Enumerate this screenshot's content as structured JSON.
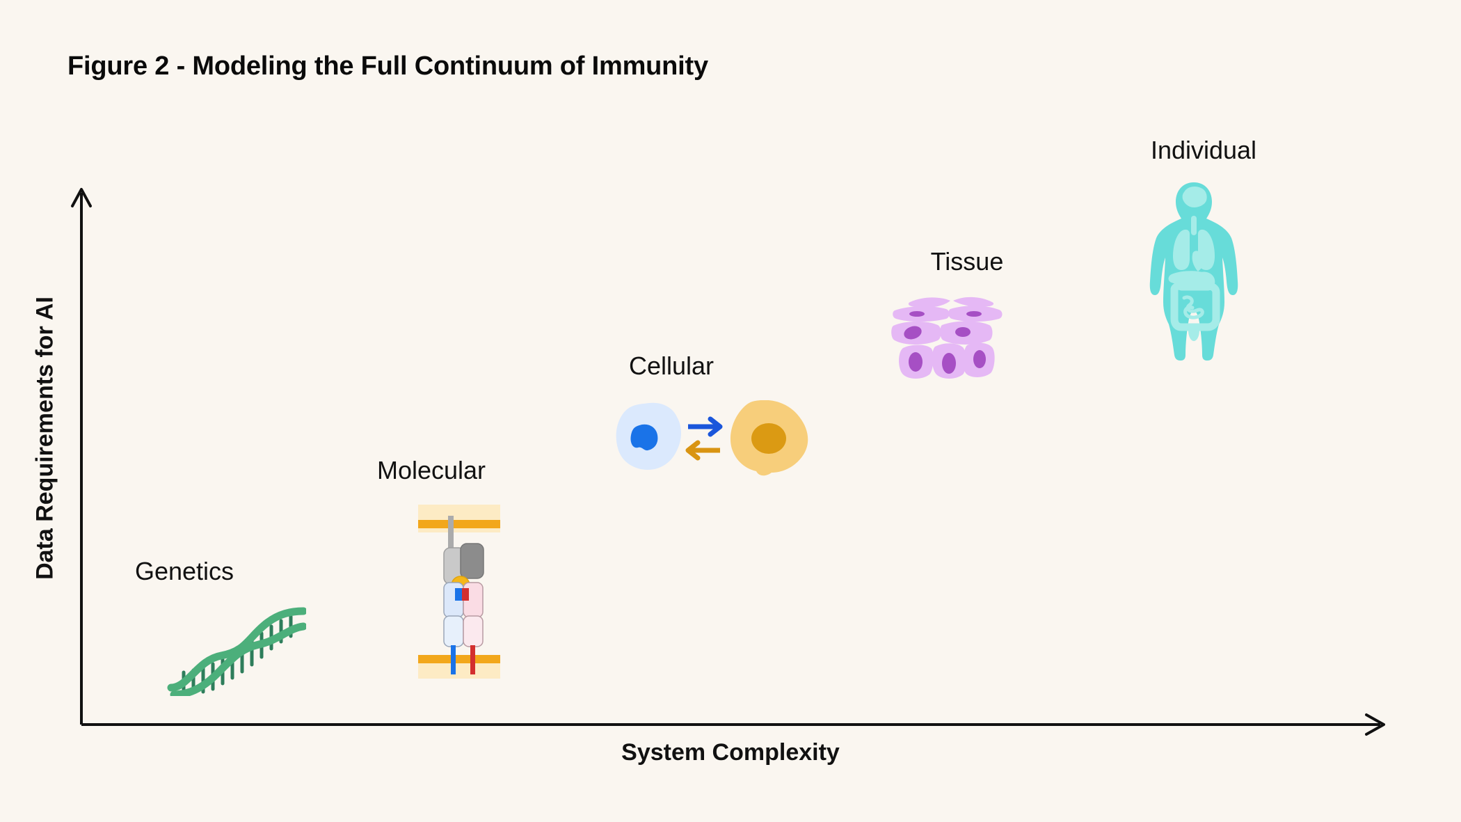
{
  "figure": {
    "title": "Figure 2 - Modeling the Full Continuum of Immunity",
    "background_color": "#FAF6F0",
    "text_color": "#111111"
  },
  "axes": {
    "x_label": "System Complexity",
    "y_label": "Data Requirements for AI",
    "x_arrow": "arrow-right",
    "y_arrow": "arrow-up",
    "axis_color": "#111111"
  },
  "chart_data": {
    "type": "scatter",
    "title": "Figure 2 - Modeling the Full Continuum of Immunity",
    "xlabel": "System Complexity",
    "ylabel": "Data Requirements for AI",
    "xlim": [
      0,
      10
    ],
    "ylim": [
      0,
      10
    ],
    "grid": false,
    "legend": "none",
    "categories": [
      "Genetics",
      "Molecular",
      "Cellular",
      "Tissue",
      "Individual"
    ],
    "x": [
      1.5,
      3.3,
      5.2,
      7.0,
      8.8
    ],
    "y": [
      1.2,
      2.9,
      4.6,
      6.5,
      8.2
    ],
    "points": [
      {
        "label": "Genetics",
        "x": 1.5,
        "y": 1.2,
        "icon": "dna-helix-icon",
        "color": "#4CAF7B"
      },
      {
        "label": "Molecular",
        "x": 3.3,
        "y": 2.9,
        "icon": "tcr-pmhc-icon",
        "color": "#F2A71B"
      },
      {
        "label": "Cellular",
        "x": 5.2,
        "y": 4.6,
        "icon": "two-cells-icon",
        "color": "#F5C96B"
      },
      {
        "label": "Tissue",
        "x": 7.0,
        "y": 6.5,
        "icon": "epithelium-icon",
        "color": "#E5B8F5"
      },
      {
        "label": "Individual",
        "x": 8.8,
        "y": 8.2,
        "icon": "human-body-icon",
        "color": "#67DCD9"
      }
    ]
  },
  "stages": [
    {
      "label": "Genetics",
      "icon_name": "dna-helix-icon"
    },
    {
      "label": "Molecular",
      "icon_name": "tcr-pmhc-icon"
    },
    {
      "label": "Cellular",
      "icon_name": "two-cells-icon"
    },
    {
      "label": "Tissue",
      "icon_name": "epithelium-icon"
    },
    {
      "label": "Individual",
      "icon_name": "human-body-icon"
    }
  ],
  "colors": {
    "dna_backbone": "#4CAF7B",
    "dna_rungs": "#2E7D5B",
    "membrane_band": "#FDEBC4",
    "membrane_bar": "#F2A71B",
    "peptide": "#F5B719",
    "tcr_alpha": "#1A73E8",
    "tcr_beta": "#D32F2F",
    "mhc_grey_light": "#C9C9C9",
    "mhc_grey_dark": "#8C8C8C",
    "domain_blue": "#DCE8FA",
    "domain_pink": "#FADCE4",
    "cell_blue": "#DBE9FD",
    "cell_blue_nucleus": "#1A73E8",
    "cell_orange": "#F7CE7B",
    "cell_orange_nucleus": "#DB9A13",
    "tissue_cell": "#E5B8F5",
    "tissue_nucleus": "#A64FC4",
    "body": "#67DCD9",
    "body_organs": "#A5ECE8"
  }
}
